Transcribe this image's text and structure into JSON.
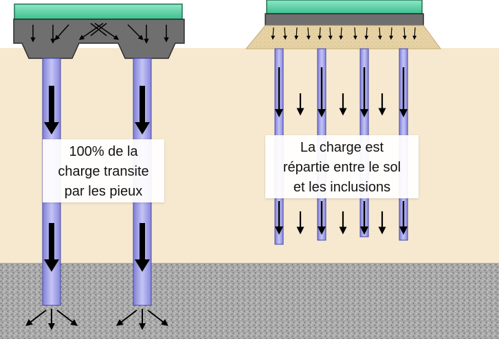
{
  "colors": {
    "soil": "#f6e9cf",
    "bedrock": "#a7a7a7",
    "pile": "#9d9de3",
    "cap": "#6f6f6f",
    "slab": "#67d7ae",
    "mattress": "#e8d4a8",
    "arrow": "#000000"
  },
  "left_panel": {
    "callout": [
      "100% de la",
      "charge transite",
      "par les pieux"
    ]
  },
  "right_panel": {
    "callout": [
      "La charge est",
      "répartie entre le sol",
      "et les inclusions"
    ]
  },
  "icons": [
    "down-arrow-icon",
    "diagonal-arrow-icon",
    "spread-arrow-icon"
  ]
}
